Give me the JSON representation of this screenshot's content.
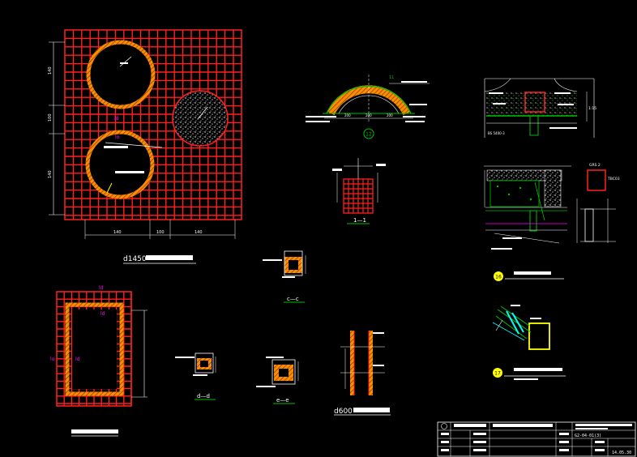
{
  "drawing": {
    "grid_plan_label": "d1450",
    "slab_dims": [
      "140",
      "100",
      "140"
    ],
    "rect_plan_label": "",
    "section_c": "c—c",
    "section_d": "d—d",
    "section_e": "e—e",
    "section_11": "1—1",
    "rebar_label_a": "ld",
    "detail_label": "d600",
    "callout_12": "12",
    "callout_16": "16",
    "callout_17": "17",
    "arc_dims": [
      "200",
      "200",
      "200"
    ],
    "dim_right_1": "1:15",
    "dim_right_2": "TBC03",
    "section_note": "BS 5400-3"
  },
  "title_block": {
    "drawing_no": "G2-04-01(3)",
    "date": "14.05.30"
  },
  "colors": {
    "background": "#000000",
    "rebar_red": "#ff2020",
    "rebar_orange": "#ff8c00",
    "yellow": "#ffff00",
    "white": "#ffffff",
    "green": "#00c000",
    "magenta": "#ff00ff",
    "cyan": "#00ffff"
  }
}
